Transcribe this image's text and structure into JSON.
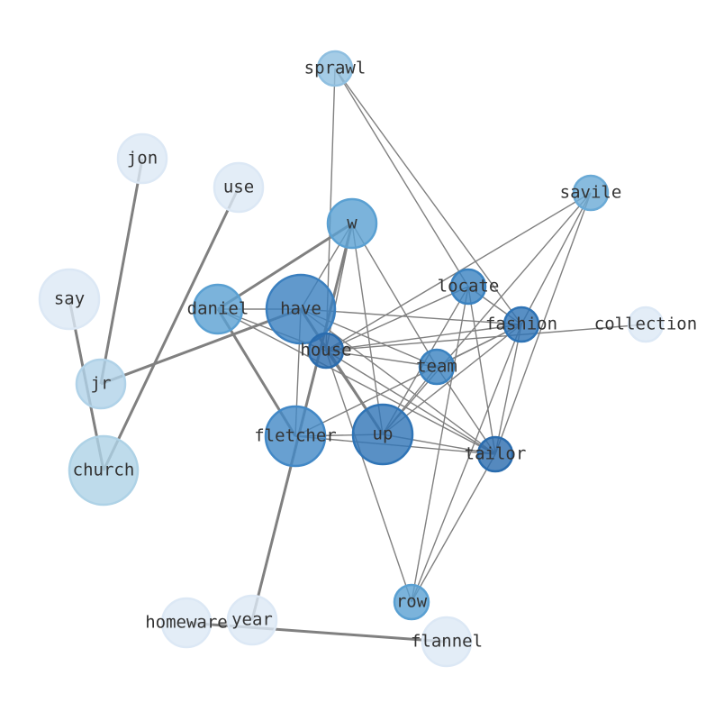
{
  "chart_data": {
    "type": "network",
    "edge_color": "#808080",
    "nodes": [
      {
        "id": "sprawl",
        "label": "sprawl",
        "size": 2,
        "color": "#8fbfe0"
      },
      {
        "id": "jon",
        "label": "jon",
        "size": 3,
        "color": "#dce8f5"
      },
      {
        "id": "use",
        "label": "use",
        "size": 3,
        "color": "#dce8f5"
      },
      {
        "id": "savile",
        "label": "savile",
        "size": 2,
        "color": "#6aaad6"
      },
      {
        "id": "w",
        "label": "w",
        "size": 3,
        "color": "#5aa0d2"
      },
      {
        "id": "locate",
        "label": "locate",
        "size": 2,
        "color": "#3a82c0"
      },
      {
        "id": "say",
        "label": "say",
        "size": 4,
        "color": "#dce8f5"
      },
      {
        "id": "daniel",
        "label": "daniel",
        "size": 3,
        "color": "#5aa0d2"
      },
      {
        "id": "have",
        "label": "have",
        "size": 5,
        "color": "#3a7fbf"
      },
      {
        "id": "fashion",
        "label": "fashion",
        "size": 2,
        "color": "#2e73b5"
      },
      {
        "id": "collection",
        "label": "collection",
        "size": 2,
        "color": "#dce8f5"
      },
      {
        "id": "house",
        "label": "house",
        "size": 2,
        "color": "#2a6cae"
      },
      {
        "id": "team",
        "label": "team",
        "size": 2,
        "color": "#3a82c0"
      },
      {
        "id": "jr",
        "label": "jr",
        "size": 3,
        "color": "#b0d2e8"
      },
      {
        "id": "up",
        "label": "up",
        "size": 4,
        "color": "#2f74b6"
      },
      {
        "id": "fletcher",
        "label": "fletcher",
        "size": 4,
        "color": "#4288c6"
      },
      {
        "id": "tailor",
        "label": "tailor",
        "size": 2,
        "color": "#2a6cae"
      },
      {
        "id": "church",
        "label": "church",
        "size": 5,
        "color": "#aed2e6"
      },
      {
        "id": "row",
        "label": "row",
        "size": 2,
        "color": "#5aa0d2"
      },
      {
        "id": "homeware",
        "label": "homeware",
        "size": 3,
        "color": "#dce8f5"
      },
      {
        "id": "year",
        "label": "year",
        "size": 3,
        "color": "#dce8f5"
      },
      {
        "id": "flannel",
        "label": "flannel",
        "size": 3,
        "color": "#dce8f5"
      }
    ],
    "edges": [
      [
        "jon",
        "jr",
        2
      ],
      [
        "say",
        "church",
        2
      ],
      [
        "use",
        "church",
        2
      ],
      [
        "jr",
        "have",
        2
      ],
      [
        "daniel",
        "w",
        2
      ],
      [
        "daniel",
        "fletcher",
        2
      ],
      [
        "have",
        "up",
        2
      ],
      [
        "w",
        "year",
        2
      ],
      [
        "homeware",
        "flannel",
        2
      ],
      [
        "sprawl",
        "house",
        1
      ],
      [
        "sprawl",
        "locate",
        1
      ],
      [
        "sprawl",
        "fashion",
        1
      ],
      [
        "savile",
        "house",
        1
      ],
      [
        "savile",
        "fashion",
        1
      ],
      [
        "savile",
        "tailor",
        1
      ],
      [
        "savile",
        "up",
        1
      ],
      [
        "w",
        "have",
        1
      ],
      [
        "w",
        "up",
        1
      ],
      [
        "w",
        "team",
        1
      ],
      [
        "w",
        "house",
        1
      ],
      [
        "have",
        "team",
        1
      ],
      [
        "have",
        "tailor",
        1
      ],
      [
        "have",
        "fashion",
        1
      ],
      [
        "have",
        "fletcher",
        1
      ],
      [
        "daniel",
        "house",
        1
      ],
      [
        "daniel",
        "tailor",
        1
      ],
      [
        "daniel",
        "have",
        1
      ],
      [
        "house",
        "locate",
        1
      ],
      [
        "house",
        "fashion",
        1
      ],
      [
        "house",
        "team",
        1
      ],
      [
        "house",
        "tailor",
        1
      ],
      [
        "house",
        "row",
        1
      ],
      [
        "house",
        "collection",
        1
      ],
      [
        "house",
        "up",
        1
      ],
      [
        "locate",
        "up",
        1
      ],
      [
        "locate",
        "tailor",
        1
      ],
      [
        "locate",
        "row",
        1
      ],
      [
        "locate",
        "fashion",
        1
      ],
      [
        "fashion",
        "team",
        1
      ],
      [
        "fashion",
        "up",
        1
      ],
      [
        "fashion",
        "fletcher",
        1
      ],
      [
        "fashion",
        "tailor",
        1
      ],
      [
        "fashion",
        "row",
        1
      ],
      [
        "team",
        "up",
        1
      ],
      [
        "team",
        "tailor",
        1
      ],
      [
        "up",
        "fletcher",
        1
      ],
      [
        "up",
        "tailor",
        1
      ],
      [
        "fletcher",
        "tailor",
        1
      ],
      [
        "tailor",
        "row",
        1
      ]
    ]
  }
}
